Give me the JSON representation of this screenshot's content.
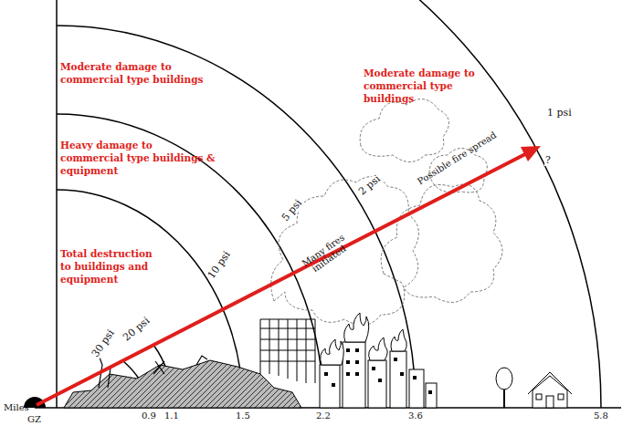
{
  "diagram": {
    "labels": [
      "Moderate damage to commercial type buildings",
      "Heavy damage to commercial type buildings & equipment",
      "Total destruction to buildings and equipment",
      "Moderate damage to commercial type buildings",
      "30 psi",
      "20 psi",
      "10 psi",
      "5 psi",
      "2 psi",
      "1 psi",
      "Many fires initiated",
      "Possible fire spread",
      "?",
      "Miles",
      "GZ",
      "0.9",
      "1.1",
      "1.5",
      "2.2",
      "3.6",
      "5.8"
    ]
  }
}
